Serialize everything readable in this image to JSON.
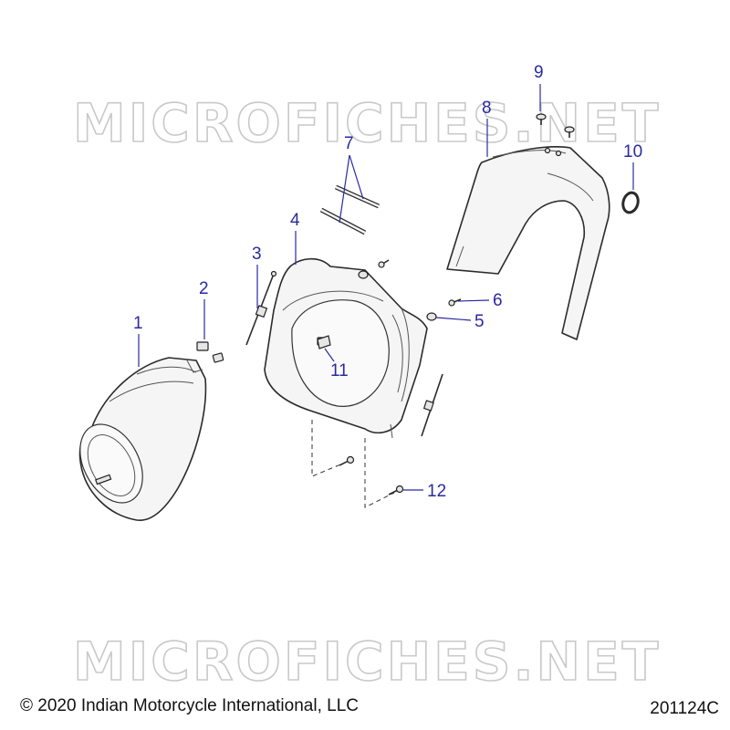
{
  "watermark": "MICROFICHES.NET",
  "callouts": {
    "c1": "1",
    "c2": "2",
    "c3": "3",
    "c4": "4",
    "c5": "5",
    "c6": "6",
    "c7": "7",
    "c8": "8",
    "c9": "9",
    "c10": "10",
    "c11": "11",
    "c12": "12"
  },
  "footer": {
    "copyright": "© 2020 Indian Motorcycle International, LLC",
    "figure_id": "201124C"
  },
  "colors": {
    "callout": "#2a2aa0",
    "watermark": "#c9c9c9",
    "outline": "#2b2b2b"
  }
}
